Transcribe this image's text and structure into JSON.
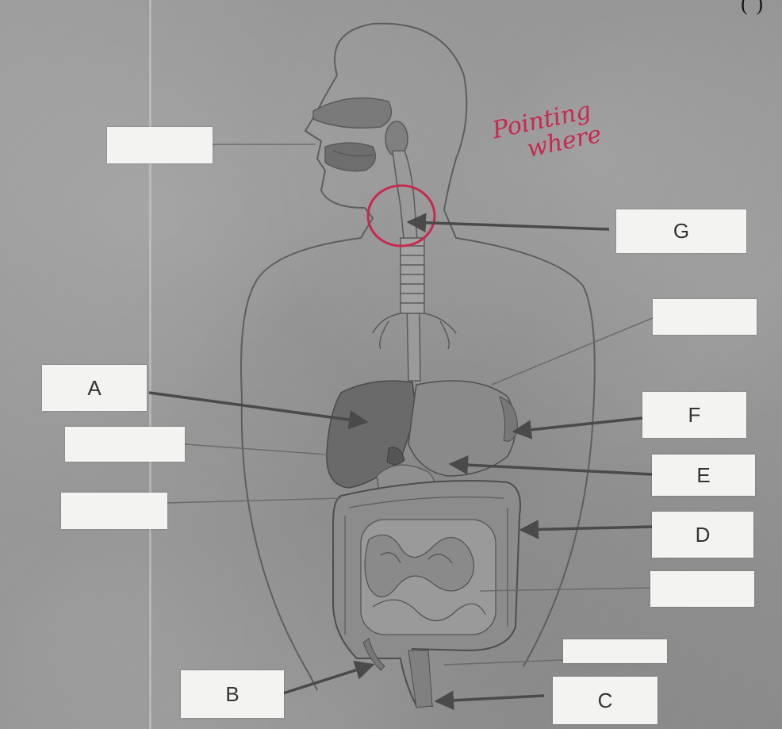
{
  "header": {
    "title_fragment": "(    )"
  },
  "annotation": {
    "line1": "Pointing",
    "line2": "where"
  },
  "labels": {
    "A": "A",
    "B": "B",
    "C": "C",
    "D": "D",
    "E": "E",
    "F": "F",
    "G": "G",
    "blank": ""
  },
  "colors": {
    "annotation": "#c8284e",
    "box_fill": "#f3f3f1",
    "organ_dark": "#6a6a6a",
    "arrow": "#555555"
  }
}
